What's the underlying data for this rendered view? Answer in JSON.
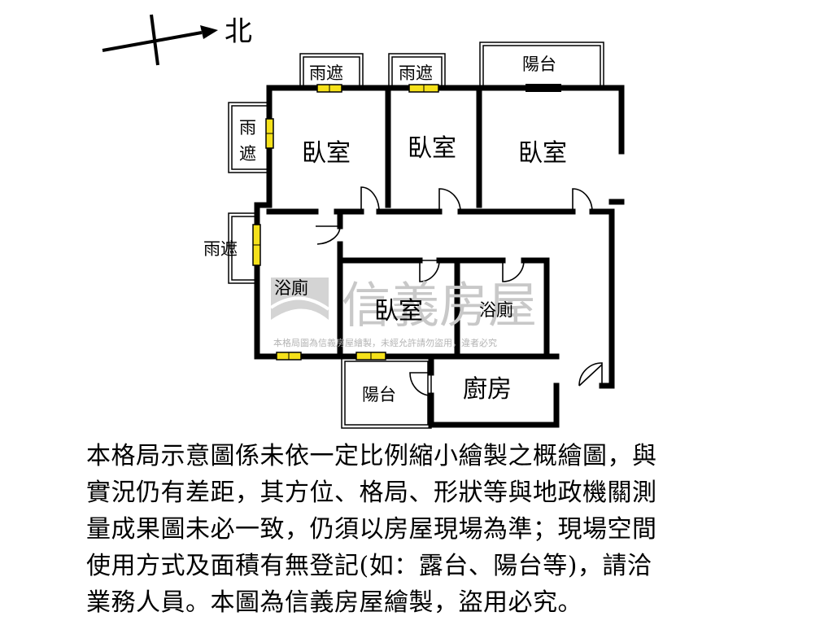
{
  "compass": {
    "north_label": "北"
  },
  "labels": {
    "awning_top_left": "雨遮",
    "awning_top_mid": "雨遮",
    "balcony_top_right": "陽台",
    "awning_left_1": "雨",
    "awning_left_2": "遮",
    "awning_left_mid": "雨遮",
    "bedroom_1": "臥室",
    "bedroom_2": "臥室",
    "bedroom_3": "臥室",
    "bedroom_4": "臥室",
    "bathroom_1": "浴廁",
    "bathroom_2": "浴廁",
    "balcony_bottom": "陽台",
    "kitchen": "廚房"
  },
  "watermark": {
    "brand": "信義房屋",
    "notice": "本格局圖為信義房屋繪製，未經允許請勿盜用，違者必究"
  },
  "disclaimer": "本格局示意圖係未依一定比例縮小繪製之概繪圖，與\n實況仍有差距，其方位、格局、形狀等與地政機關測\n量成果圖未必一致，仍須以房屋現場為準；現場空間\n使用方式及面積有無登記(如：露台、陽台等)，請洽\n業務人員。本圖為信義房屋繪製，盜用必究。",
  "colors": {
    "wall": "#000000",
    "window": "#f5e11a",
    "watermark": "#c8c8c8"
  }
}
